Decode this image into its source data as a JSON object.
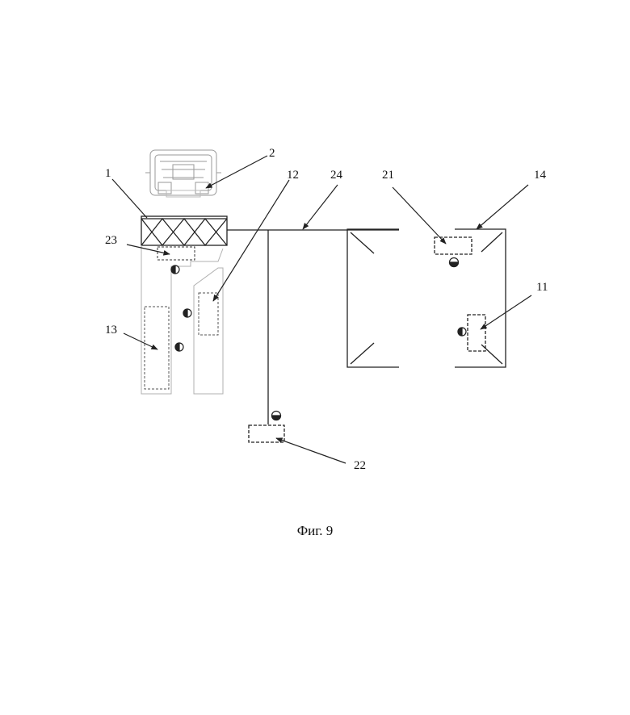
{
  "figure": {
    "caption": "Фиг. 9",
    "reference_numerals": {
      "n1": "1",
      "n2": "2",
      "n11": "11",
      "n12": "12",
      "n13": "13",
      "n14": "14",
      "n21": "21",
      "n22": "22",
      "n23": "23",
      "n24": "24"
    }
  },
  "colors": {
    "line": "#222222",
    "faint": "#9a9a9a",
    "dashed": "#555555",
    "background": "#ffffff"
  }
}
